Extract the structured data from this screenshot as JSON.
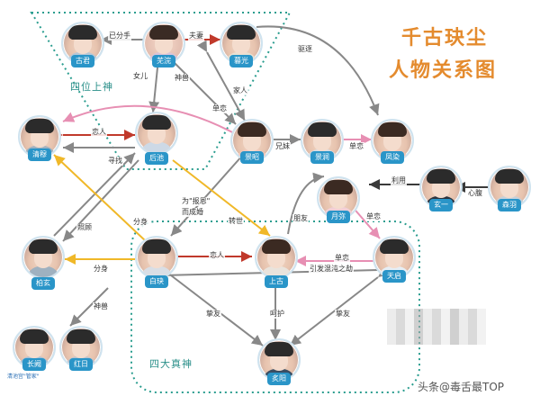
{
  "title_line1": "千古玦尘",
  "title_line2": "人物关系图",
  "groups": {
    "top": "四位上神",
    "bottom": "四大真神"
  },
  "nodes": {
    "gujun": "古君",
    "wuyuan": "芜浣",
    "moguang": "暮光",
    "qingmu": "清穆",
    "houchi": "后池",
    "jingzhao": "景昭",
    "jingjian": "景涧",
    "fengran": "凤染",
    "xuanyi": "玄一",
    "sentiment": "森羽",
    "yueyan": "月弥",
    "baixuan": "柏玄",
    "baijue": "白玦",
    "shanggu": "上古",
    "tianqi": "天启",
    "changque": "长阙",
    "hongri": "红日",
    "yanyang": "炙阳"
  },
  "edges": {
    "yi_fen_shou": "已分手",
    "fu_qi": "夫妻",
    "qu_zhu": "驱逐",
    "nv_er": "女儿",
    "shen_shou": "神兽",
    "jia_ren": "家人",
    "dan_lian_top": "单恋",
    "lian_ren_top": "恋人",
    "xun_zhao": "寻找",
    "xiong_mei": "兄妹",
    "dan_lian_mid": "单恋",
    "li_yong": "利用",
    "xin_fu": "心腹",
    "wei_bao_en": "为\"报恩\"",
    "er_cheng_qin": "而成婚",
    "zhuan_shi": "转世",
    "zhao_gu": "照顾",
    "fen_shen_1": "分身",
    "peng_you": "朋友",
    "dan_lian_ym": "单恋",
    "fen_shen_2": "分身",
    "lian_ren_mid": "恋人",
    "dan_lian_tq": "单恋",
    "yin_fa": "引发混沌之劫",
    "shen_shou_2": "神兽",
    "zhi_you_1": "挚友",
    "hu_hu": "呵护",
    "zhi_you_2": "挚友"
  },
  "colors": {
    "dashed_border": "#2a9d8f",
    "title": "#e48b2e",
    "name_tag": "#2a95c8",
    "lovers": "#c0392b",
    "unrequited": "#e78fb3",
    "avatar_clone": "#f0b828",
    "default_arrow": "#888888"
  },
  "footer": {
    "watermark": "头条@毒舌最TOP",
    "note": "清池宫\"管家\""
  }
}
